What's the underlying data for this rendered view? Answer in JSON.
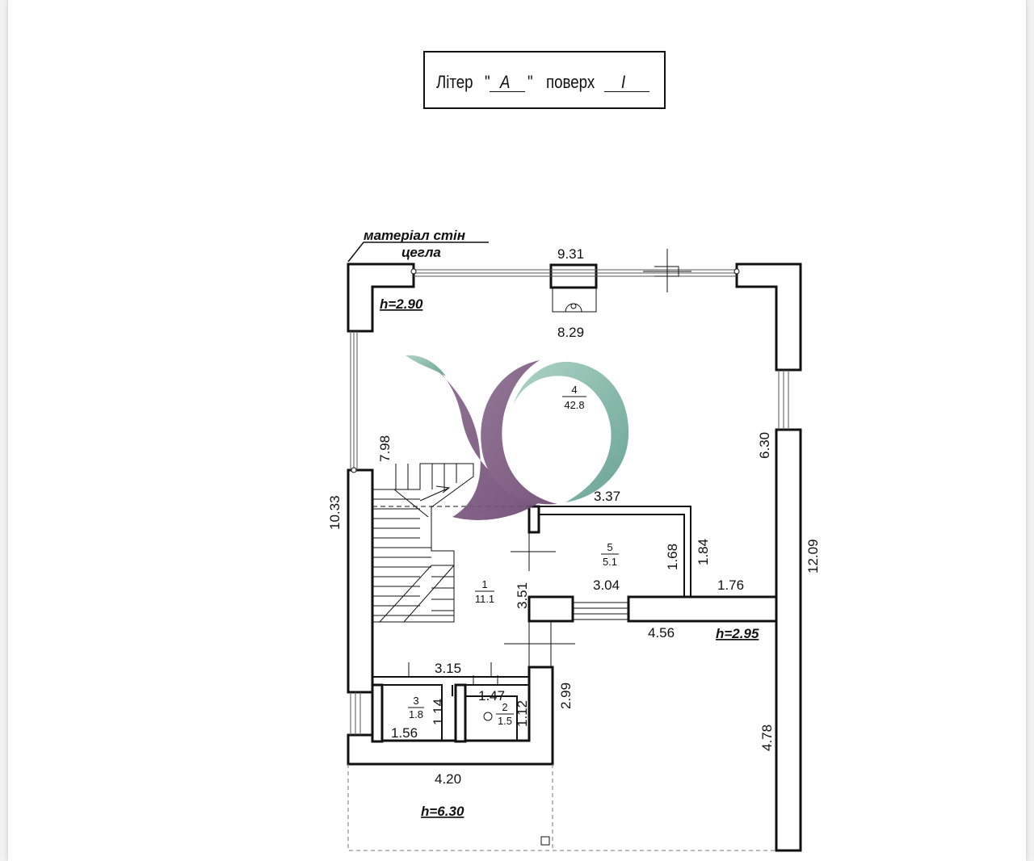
{
  "title": {
    "liter_label": "Літер",
    "liter_open_quote": "\"",
    "liter_value": "А",
    "liter_close_quote": "\"",
    "floor_label": "поверх",
    "floor_value": "I"
  },
  "wall_material": {
    "label": "матеріал стін",
    "value": "цегла"
  },
  "heights": {
    "top_left": "h=2.90",
    "right": "h=2.95",
    "bottom": "h=6.30"
  },
  "dimensions": {
    "top_outer": "9.31",
    "top_inner": "8.29",
    "left_inner": "7.98",
    "left_outer": "10.33",
    "right_upper": "6.30",
    "right_outer": "12.09",
    "right_lower": "4.78",
    "room5_top": "3.37",
    "room5_height": "1.68",
    "room5_outer_height": "1.84",
    "room5_bottom": "3.04",
    "ledge": "1.76",
    "step_width": "4.56",
    "hall_height": "3.51",
    "hall_width": "3.15",
    "wc_width": "1.47",
    "wc_height": "1.12",
    "bath_height": "1.14",
    "bath_width": "1.56",
    "lower_height": "2.99",
    "bottom_width": "4.20"
  },
  "rooms": [
    {
      "number": "4",
      "area": "42.8"
    },
    {
      "number": "5",
      "area": "5.1"
    },
    {
      "number": "1",
      "area": "11.1"
    },
    {
      "number": "3",
      "area": "1.8"
    },
    {
      "number": "2",
      "area": "1.5"
    }
  ]
}
